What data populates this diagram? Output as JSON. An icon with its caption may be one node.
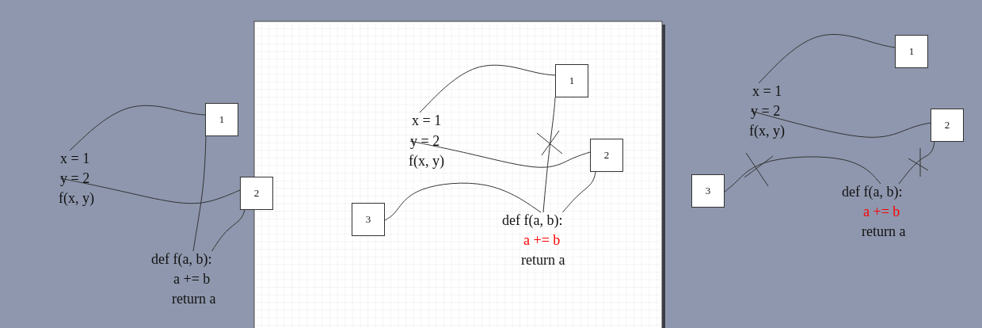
{
  "diagram": {
    "nodes": [
      {
        "text": [
          "1"
        ]
      },
      {
        "text": [
          "x = 1"
        ]
      },
      {
        "text": [
          "2"
        ]
      },
      {
        "text": [
          "y = 2"
        ]
      },
      {
        "text": [
          "f(x, y)"
        ]
      },
      {
        "text": [
          "def f(a, b):"
        ]
      },
      {
        "text": [
          "a += b"
        ]
      },
      {
        "text": [
          "return a"
        ]
      },
      {
        "text": [
          "1"
        ]
      },
      {
        "text": [
          "x = 1"
        ]
      },
      {
        "text": [
          "y = 2"
        ]
      },
      {
        "text": [
          "2"
        ]
      },
      {
        "text": [
          "f(x, y)"
        ]
      },
      {
        "text": [
          "3"
        ]
      },
      {
        "text": [
          "def f(a, b):"
        ]
      },
      {
        "text": [
          "a += b"
        ]
      },
      {
        "text": [
          "return a"
        ]
      },
      {
        "text": [
          "1"
        ]
      },
      {
        "text": [
          "x = 1"
        ]
      },
      {
        "text": [
          "y = 2"
        ]
      },
      {
        "text": [
          "2"
        ]
      },
      {
        "text": [
          "f(x, y)"
        ]
      },
      {
        "text": [
          "3"
        ]
      },
      {
        "text": [
          "def f(a, b):"
        ]
      },
      {
        "text": [
          "a += b"
        ]
      },
      {
        "text": [
          "return a"
        ]
      }
    ],
    "edges": [
      {
        "from": 0,
        "to": 1,
        "arrow": "none"
      },
      {
        "from": 2,
        "to": 3,
        "arrow": "none"
      },
      {
        "from": 0,
        "to": 5,
        "arrow": "none"
      },
      {
        "from": 2,
        "to": 5,
        "arrow": "none"
      },
      {
        "from": 8,
        "to": 9,
        "arrow": "none"
      },
      {
        "from": 11,
        "to": 10,
        "arrow": "none"
      },
      {
        "from": 8,
        "to": 14,
        "arrow": "none"
      },
      {
        "from": 11,
        "to": 14,
        "arrow": "none"
      },
      {
        "from": 13,
        "to": 14,
        "arrow": "none"
      },
      {
        "from": 17,
        "to": 18,
        "arrow": "none"
      },
      {
        "from": 20,
        "to": 19,
        "arrow": "none"
      },
      {
        "from": 22,
        "to": 23,
        "arrow": "none"
      },
      {
        "from": 20,
        "to": 23,
        "arrow": "none"
      }
    ]
  }
}
